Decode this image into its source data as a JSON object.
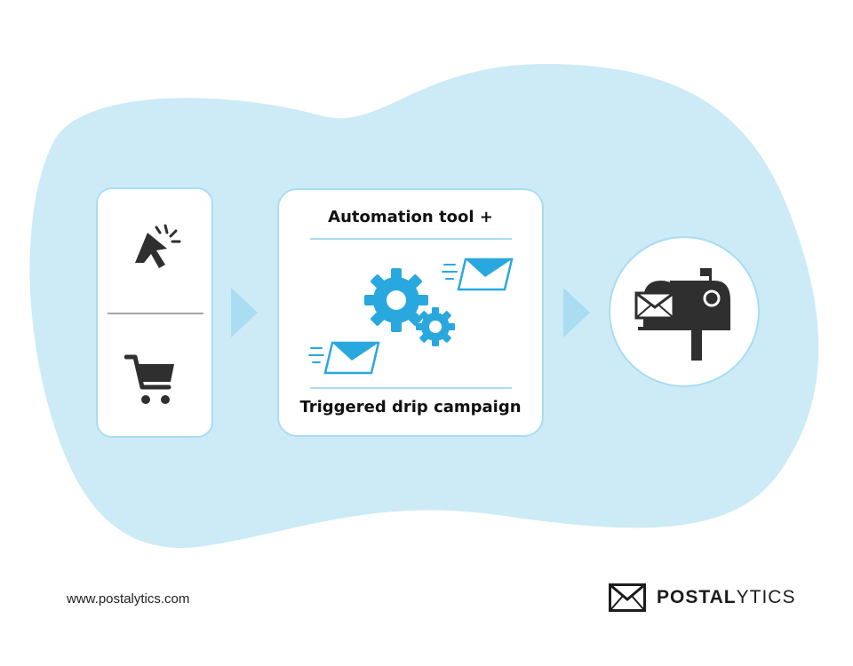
{
  "diagram": {
    "left_card": {
      "top_icon": "cursor-click-icon",
      "bottom_icon": "shopping-cart-icon"
    },
    "middle_card": {
      "title": "Automation tool +",
      "caption": "Triggered drip campaign",
      "icons": [
        "gears-icon",
        "envelope-icon",
        "envelope-icon"
      ]
    },
    "right_card": {
      "icon": "mailbox-icon"
    },
    "arrows": [
      "arrow-right-icon",
      "arrow-right-icon"
    ]
  },
  "footer": {
    "url": "www.postalytics.com",
    "brand_part1": "POSTAL",
    "brand_part2": "YTICS",
    "brand_icon": "envelope-logo-icon"
  },
  "colors": {
    "blob": "#cdebf6",
    "accent": "#29a8df",
    "border": "#a9ddf2",
    "dark": "#2f2f2f"
  }
}
